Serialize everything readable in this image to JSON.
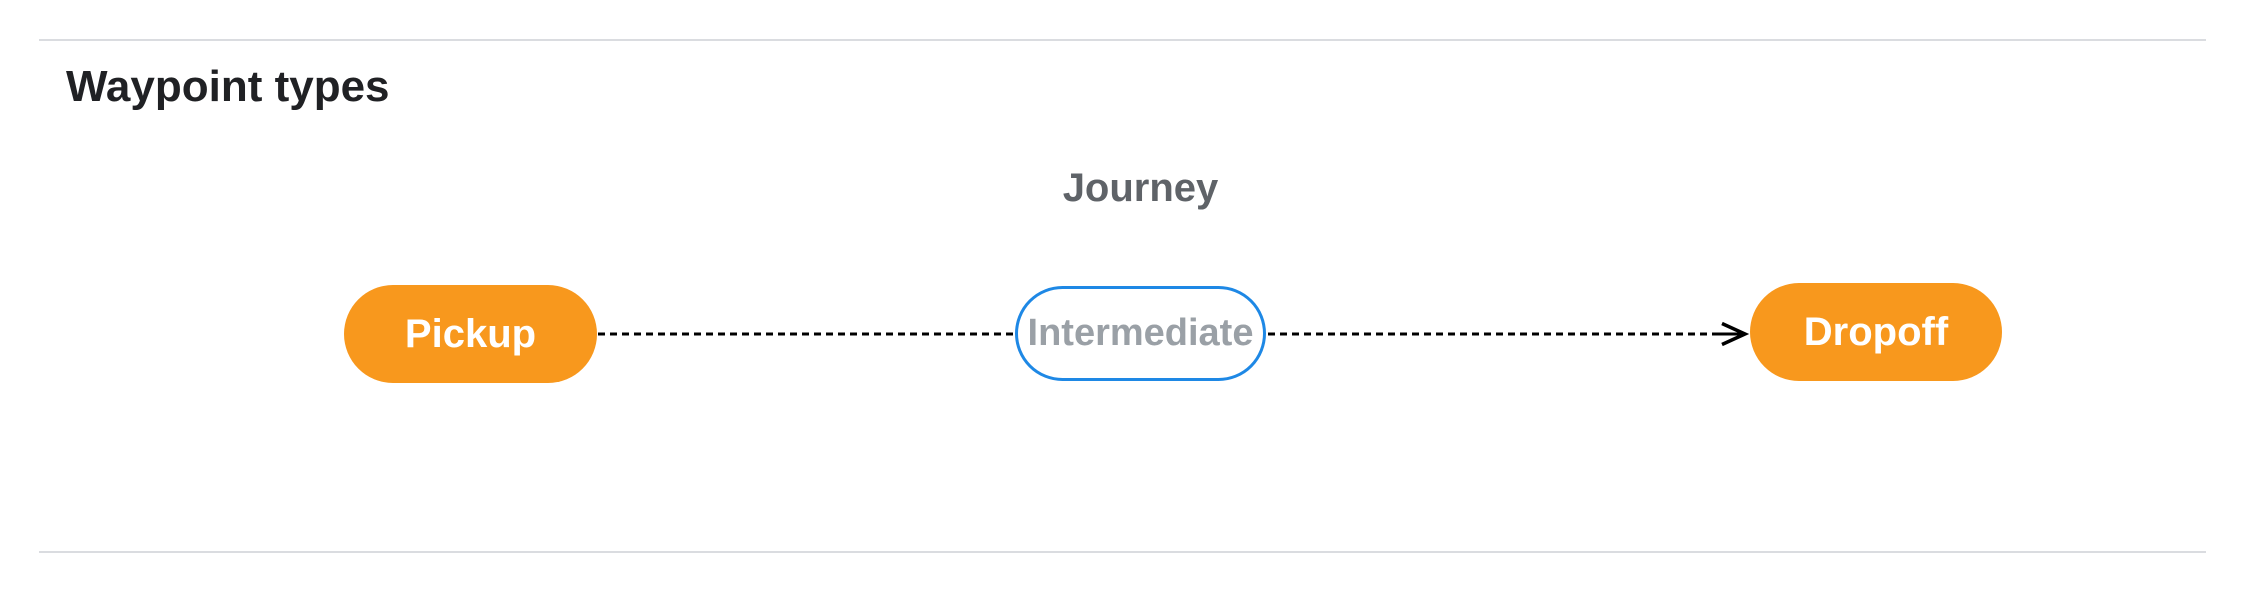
{
  "page": {
    "title": "Waypoint types"
  },
  "diagram": {
    "group_label": "Journey",
    "nodes": [
      {
        "id": "pickup",
        "label": "Pickup",
        "style": "terminal-orange"
      },
      {
        "id": "intermediate",
        "label": "Intermediate",
        "style": "outlined-blue"
      },
      {
        "id": "dropoff",
        "label": "Dropoff",
        "style": "terminal-orange"
      }
    ],
    "edges": [
      {
        "from": "pickup",
        "to": "intermediate",
        "line": "dashed",
        "arrowhead": "none"
      },
      {
        "from": "intermediate",
        "to": "dropoff",
        "line": "dashed",
        "arrowhead": "open-arrow"
      }
    ],
    "colors": {
      "terminal_fill": "#f8981d",
      "terminal_text": "#ffffff",
      "intermediate_border": "#1e88e5",
      "intermediate_text": "#9aa0a6",
      "edge_stroke": "#000000",
      "group_label_text": "#5f6368",
      "title_text": "#202124",
      "divider": "#dadce0",
      "background": "#ffffff"
    }
  }
}
